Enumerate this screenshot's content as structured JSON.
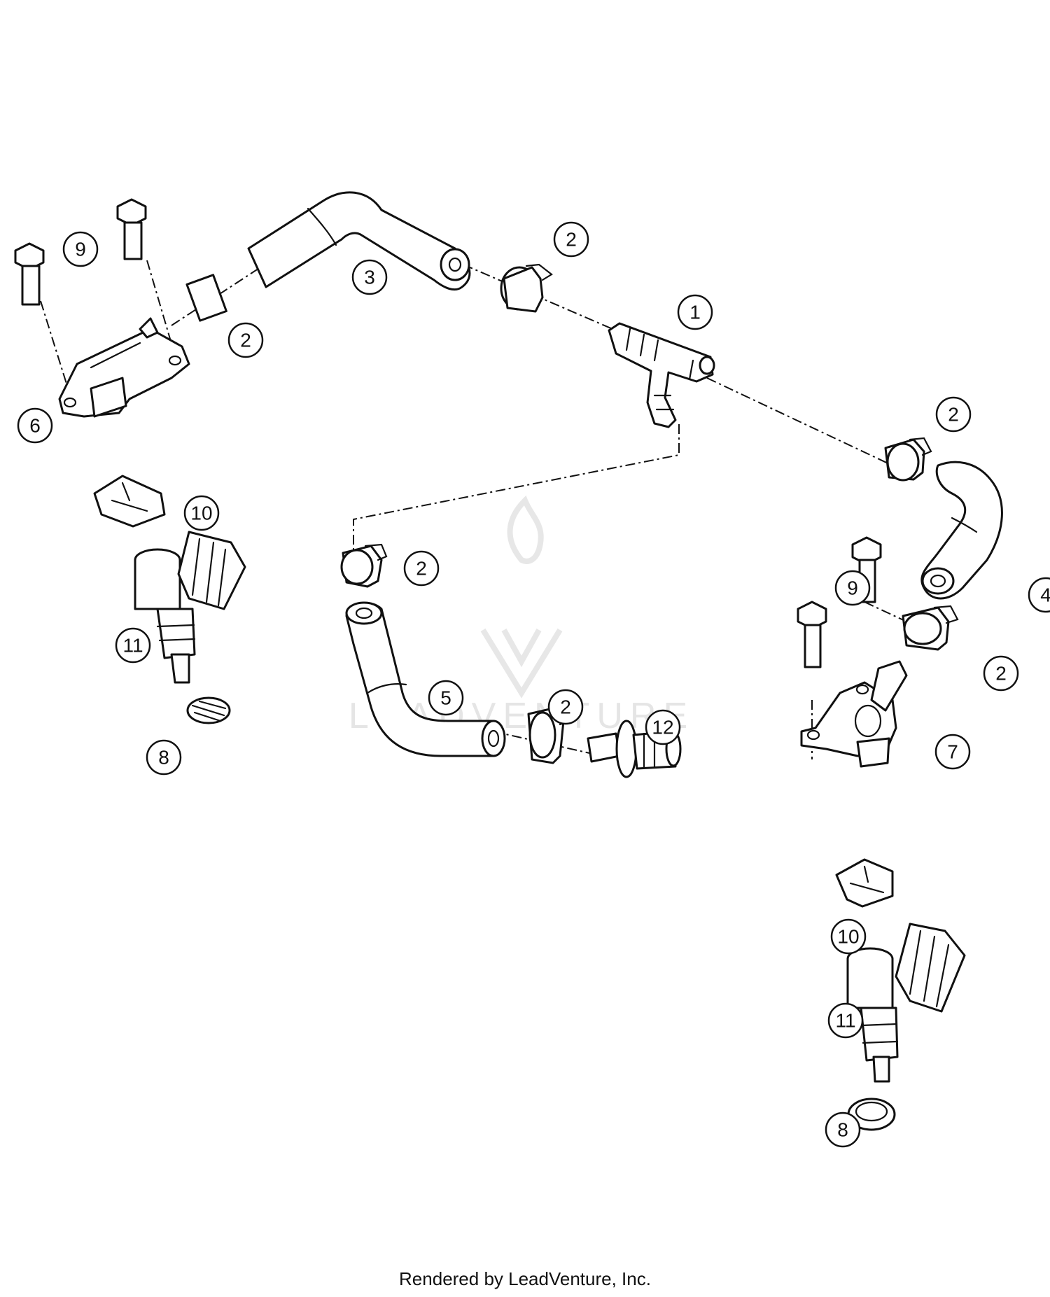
{
  "callouts": [
    "1",
    "2",
    "3",
    "4",
    "5",
    "6",
    "7",
    "8",
    "9",
    "10",
    "11",
    "12"
  ],
  "watermark_text": "LEADVENTURE",
  "footer": "Rendered by LeadVenture, Inc."
}
